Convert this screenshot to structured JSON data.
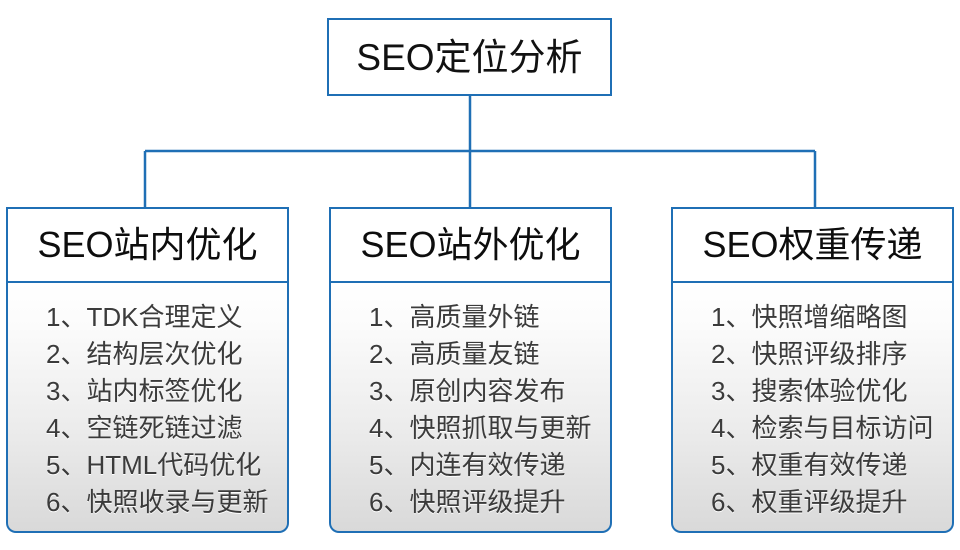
{
  "diagram": {
    "type": "organization-tree",
    "accent_color": "#1f6fb5",
    "background_color": "#ffffff",
    "header_text_color": "#0d0d0d",
    "body_text_color": "#3b3b3b",
    "root": {
      "title": "SEO定位分析"
    },
    "branches": [
      {
        "title": "SEO站内优化",
        "items": [
          {
            "index": "1、",
            "label": "TDK合理定义"
          },
          {
            "index": "2、",
            "label": "结构层次优化"
          },
          {
            "index": "3、",
            "label": "站内标签优化"
          },
          {
            "index": "4、",
            "label": "空链死链过滤"
          },
          {
            "index": "5、",
            "label": "HTML代码优化"
          },
          {
            "index": "6、",
            "label": "快照收录与更新"
          }
        ]
      },
      {
        "title": "SEO站外优化",
        "items": [
          {
            "index": "1、",
            "label": "高质量外链"
          },
          {
            "index": "2、",
            "label": "高质量友链"
          },
          {
            "index": "3、",
            "label": "原创内容发布"
          },
          {
            "index": "4、",
            "label": "快照抓取与更新"
          },
          {
            "index": "5、",
            "label": "内连有效传递"
          },
          {
            "index": "6、",
            "label": "快照评级提升"
          }
        ]
      },
      {
        "title": "SEO权重传递",
        "items": [
          {
            "index": "1、",
            "label": "快照增缩略图"
          },
          {
            "index": "2、",
            "label": "快照评级排序"
          },
          {
            "index": "3、",
            "label": "搜索体验优化"
          },
          {
            "index": "4、",
            "label": "检索与目标访问"
          },
          {
            "index": "5、",
            "label": "权重有效传递"
          },
          {
            "index": "6、",
            "label": "权重评级提升"
          }
        ]
      }
    ]
  }
}
